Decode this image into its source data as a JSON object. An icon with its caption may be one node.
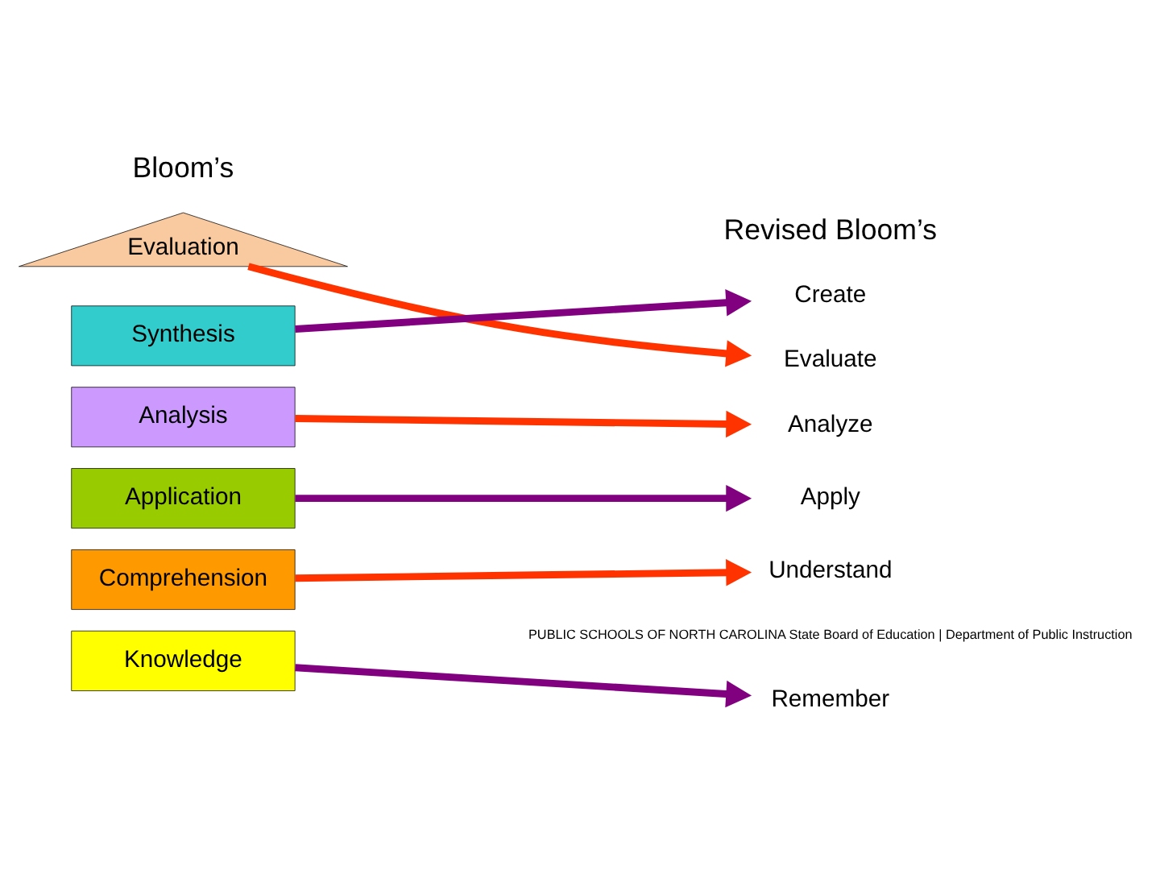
{
  "diagram": {
    "nodes": [
      {
        "text": [
          "Evaluation"
        ]
      },
      {
        "text": [
          "Synthesis"
        ]
      },
      {
        "text": [
          "Analysis"
        ]
      },
      {
        "text": [
          "Application"
        ]
      },
      {
        "text": [
          "Comprehension"
        ]
      },
      {
        "text": [
          "Knowledge"
        ]
      },
      {
        "text": [
          "Create"
        ]
      },
      {
        "text": [
          "Evaluate"
        ]
      },
      {
        "text": [
          "Analyze"
        ]
      },
      {
        "text": [
          "Apply"
        ]
      },
      {
        "text": [
          "Understand"
        ]
      },
      {
        "text": [
          "Remember"
        ]
      }
    ],
    "edges": [
      {
        "from": 0,
        "to": 7,
        "arrow": "to",
        "color": "#ff3300"
      },
      {
        "from": 1,
        "to": 6,
        "arrow": "to",
        "color": "#800080"
      },
      {
        "from": 2,
        "to": 8,
        "arrow": "to",
        "color": "#ff3300"
      },
      {
        "from": 3,
        "to": 9,
        "arrow": "to",
        "color": "#800080"
      },
      {
        "from": 4,
        "to": 10,
        "arrow": "to",
        "color": "#ff3300"
      },
      {
        "from": 5,
        "to": 11,
        "arrow": "to",
        "color": "#800080"
      }
    ],
    "labels": [
      "Bloom’s",
      "Revised Bloom’s",
      "PUBLIC SCHOOLS OF NORTH CAROLINA State Board of Education | Department of Public Instruction"
    ]
  }
}
